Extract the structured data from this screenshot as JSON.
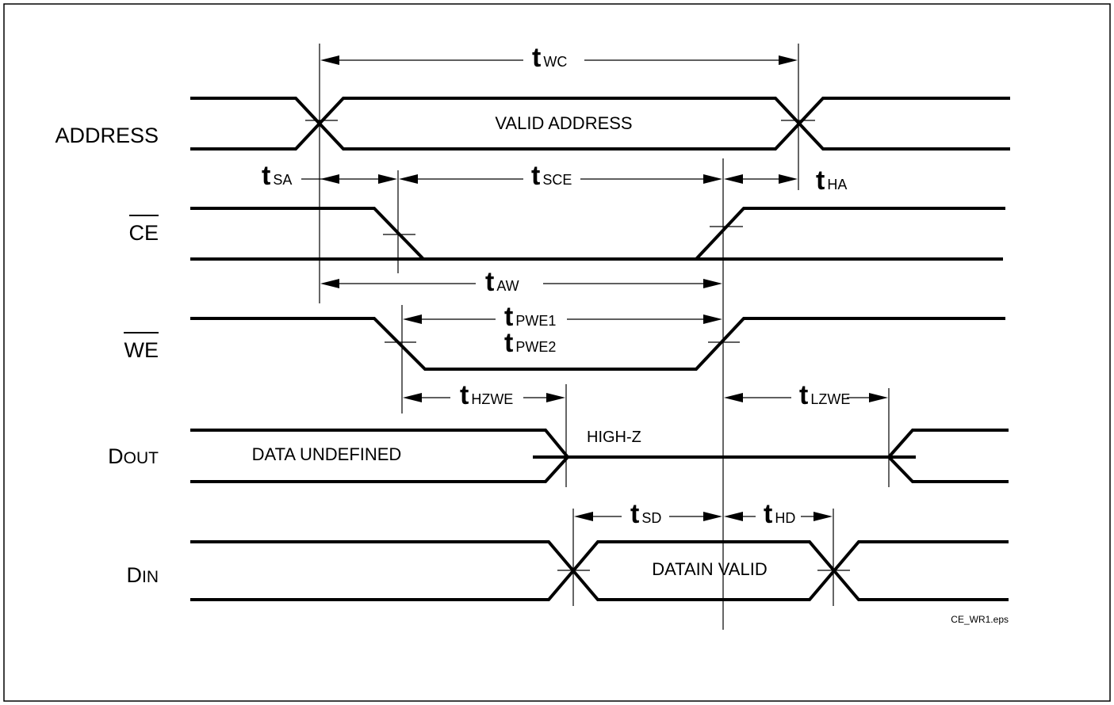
{
  "figure": {
    "file_label": "CE_WR1.eps"
  },
  "signals": {
    "address": "ADDRESS",
    "ce": "CE",
    "we": "WE",
    "dout_first": "D",
    "dout_rest": "OUT",
    "din_first": "D",
    "din_rest": "IN"
  },
  "state_labels": {
    "valid_address": "VALID ADDRESS",
    "data_undefined": "DATA UNDEFINED",
    "high_z": "HIGH-Z",
    "datain_valid": "DATAIN VALID"
  },
  "timing": {
    "t": "t",
    "wc": "WC",
    "sa": "SA",
    "sce": "SCE",
    "ha": "HA",
    "aw": "AW",
    "pwe1": "PWE1",
    "pwe2": "PWE2",
    "hzwe": "HZWE",
    "lzwe": "LZWE",
    "sd": "SD",
    "hd": "HD"
  }
}
